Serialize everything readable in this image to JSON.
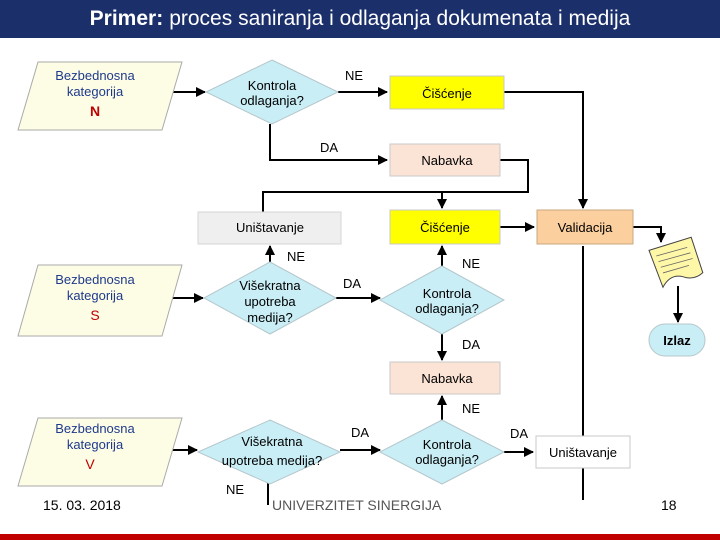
{
  "title": {
    "bold": "Primer:",
    "rest": "proces saniranja i odlaganja dokumenata i medija"
  },
  "nodes": {
    "cat_n": {
      "line1": "Bezbednosna",
      "line2": "kategorija",
      "letter": "N"
    },
    "cat_s": {
      "line1": "Bezbednosna",
      "line2": "kategorija",
      "letter": "S"
    },
    "cat_v": {
      "line1": "Bezbednosna",
      "line2": "kategorija",
      "letter": "V"
    },
    "kontrola_1": {
      "line1": "Kontrola",
      "line2": "odlaganja?"
    },
    "kontrola_2": {
      "line1": "Kontrola",
      "line2": "odlaganja?"
    },
    "kontrola_3": {
      "line1": "Kontrola",
      "line2": "odlaganja?"
    },
    "visekratna_1": {
      "line1": "Višekratna",
      "line2": "upotreba",
      "line3": "medija?"
    },
    "visekratna_2": {
      "line1": "Višekratna",
      "line2": "upotreba medija?"
    },
    "ciscenje_1": "Čišćenje",
    "ciscenje_2": "Čišćenje",
    "nabavka_1": "Nabavka",
    "nabavka_2": "Nabavka",
    "unistavanje_1": "Uništavanje",
    "unistavanje_2": "Uništavanje",
    "validacija": "Validacija",
    "izlaz": "Izlaz"
  },
  "edge_labels": {
    "ne_1": "NE",
    "da_1": "DA",
    "ne_2": "NE",
    "da_2": "DA",
    "ne_3": "NE",
    "da_3": "DA",
    "ne_4": "NE",
    "da_4": "DA",
    "da_5": "DA",
    "ne_5": "NE"
  },
  "colors": {
    "title_bg": "#1b2f6b",
    "diamond": "#c9eef6",
    "yellow": "#ffff00",
    "peach": "#fbe4d5",
    "gray_box": "#efefef",
    "orange": "#fbcf9e",
    "cat_text": "#1f3a8c",
    "cat_letter": "#c00000",
    "bottom_bar": "#c00000"
  },
  "document_icon": "document-notes-icon",
  "footer": {
    "date": "15. 03. 2018",
    "org": "UNIVERZITET SINERGIJA",
    "page": "18"
  }
}
